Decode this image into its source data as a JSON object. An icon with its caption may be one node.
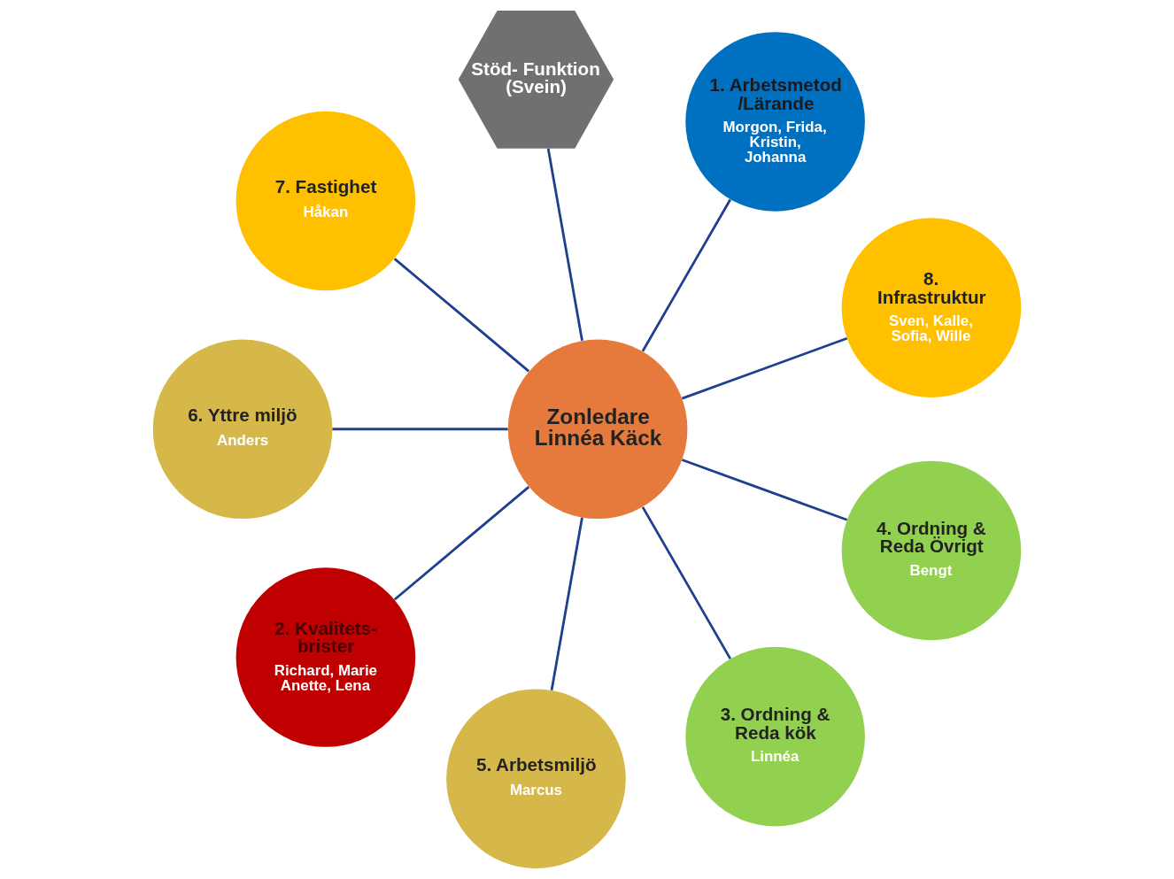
{
  "diagram": {
    "nodes": [
      {
        "text": [
          "8. Infrastruktur",
          "Sven, Kalle, Sofia, Wille"
        ]
      },
      {
        "text": [
          "1. Arbetsmetod /Lärande",
          "Morgon, Frida, Kristin, Johanna"
        ]
      },
      {
        "text": [
          "Stöd- Funktion (Svein)"
        ]
      },
      {
        "text": [
          "7. Fastighet",
          "Håkan"
        ]
      },
      {
        "text": [
          "6. Yttre miljö",
          "Anders"
        ]
      },
      {
        "text": [
          "Zonledare Linnéa Käck"
        ]
      },
      {
        "text": [
          "2. Kvalitets- brister",
          "Richard, Marie Anette, Lena"
        ]
      },
      {
        "text": [
          "5. Arbetsmiljö",
          "Marcus"
        ]
      },
      {
        "text": [
          "3. Ordning & Reda kök",
          "Linnéa"
        ]
      },
      {
        "text": [
          "4. Ordning & Reda Övrigt",
          "Bengt"
        ]
      }
    ],
    "edges": [
      {
        "from": 5,
        "to": 1,
        "arrow": "none"
      },
      {
        "from": 5,
        "to": 6,
        "arrow": "none"
      },
      {
        "from": 5,
        "to": 8,
        "arrow": "none"
      },
      {
        "from": 5,
        "to": 9,
        "arrow": "none"
      },
      {
        "from": 5,
        "to": 7,
        "arrow": "none"
      },
      {
        "from": 5,
        "to": 4,
        "arrow": "none"
      },
      {
        "from": 5,
        "to": 3,
        "arrow": "none"
      },
      {
        "from": 5,
        "to": 0,
        "arrow": "none"
      },
      {
        "from": 5,
        "to": 2,
        "arrow": "none"
      }
    ]
  }
}
